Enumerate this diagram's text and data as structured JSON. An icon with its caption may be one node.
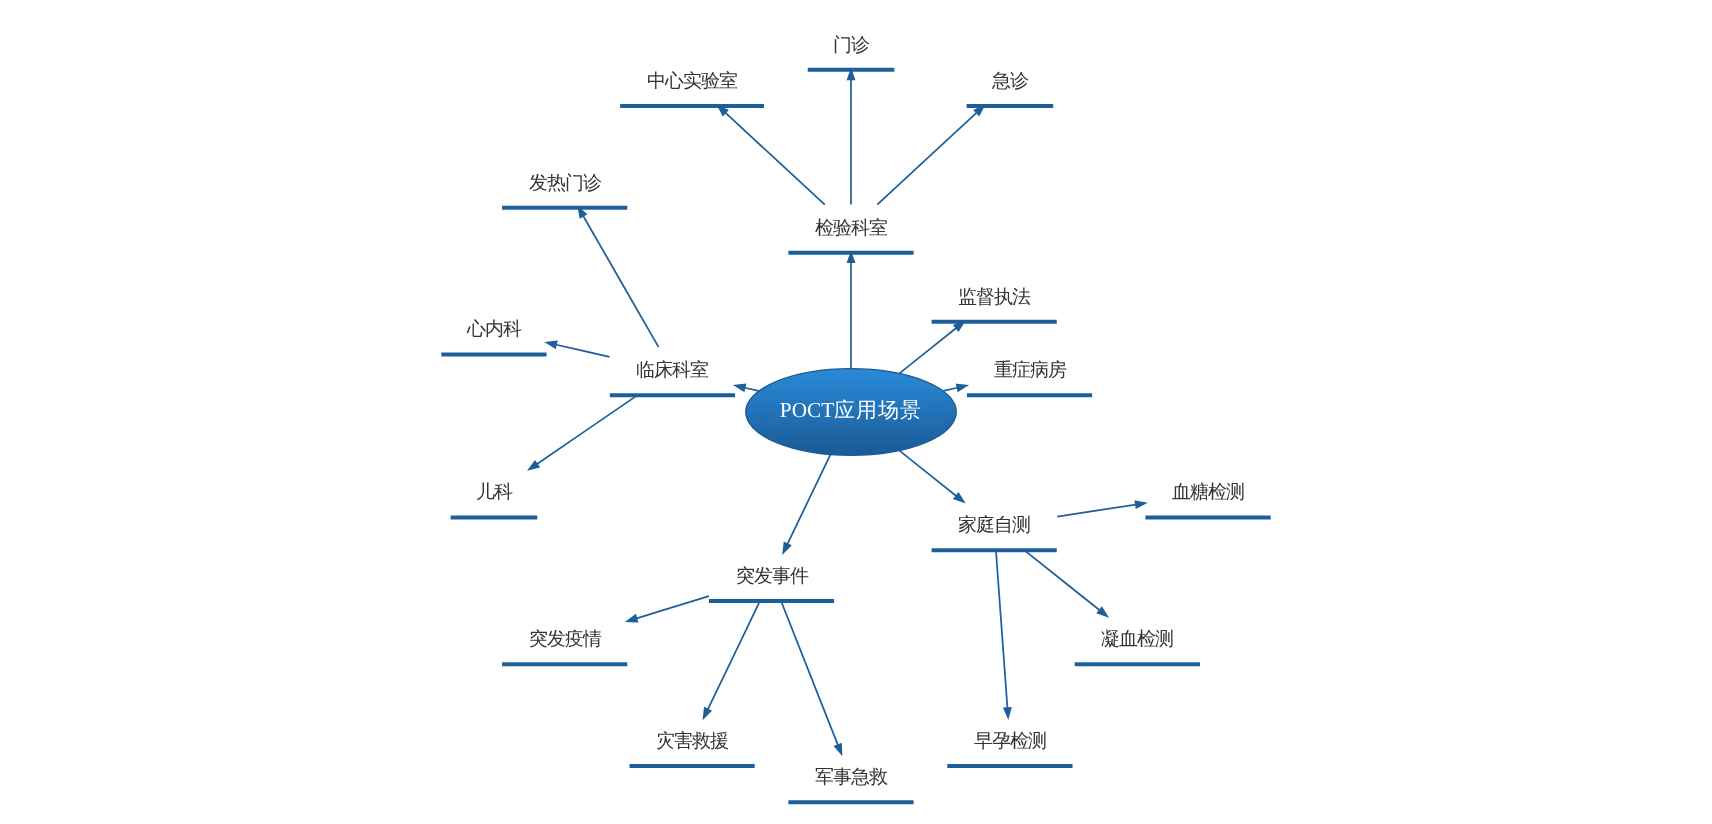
{
  "diagram": {
    "nodes": [
      {
        "text": [
          "POCT应用场景"
        ]
      },
      {
        "text": [
          "重症病房"
        ]
      },
      {
        "text": [
          "监督执法"
        ]
      },
      {
        "text": [
          "检验科室"
        ]
      },
      {
        "text": [
          "临床科室"
        ]
      },
      {
        "text": [
          "突发事件"
        ]
      },
      {
        "text": [
          "家庭自测"
        ]
      },
      {
        "text": [
          "急诊"
        ]
      },
      {
        "text": [
          "门诊"
        ]
      },
      {
        "text": [
          "中心实验室"
        ]
      },
      {
        "text": [
          "发热门诊"
        ]
      },
      {
        "text": [
          "心内科"
        ]
      },
      {
        "text": [
          "儿科"
        ]
      },
      {
        "text": [
          "突发疫情"
        ]
      },
      {
        "text": [
          "灾害救援"
        ]
      },
      {
        "text": [
          "军事急救"
        ]
      },
      {
        "text": [
          "早孕检测"
        ]
      },
      {
        "text": [
          "凝血检测"
        ]
      },
      {
        "text": [
          "血糖检测"
        ]
      }
    ],
    "edges": [
      {
        "from": 0,
        "to": 1,
        "arrow": "to"
      },
      {
        "from": 0,
        "to": 2,
        "arrow": "to"
      },
      {
        "from": 0,
        "to": 3,
        "arrow": "to"
      },
      {
        "from": 0,
        "to": 4,
        "arrow": "to"
      },
      {
        "from": 0,
        "to": 5,
        "arrow": "to"
      },
      {
        "from": 0,
        "to": 6,
        "arrow": "to"
      },
      {
        "from": 3,
        "to": 7,
        "arrow": "to"
      },
      {
        "from": 3,
        "to": 8,
        "arrow": "to"
      },
      {
        "from": 3,
        "to": 9,
        "arrow": "to"
      },
      {
        "from": 4,
        "to": 10,
        "arrow": "to"
      },
      {
        "from": 4,
        "to": 11,
        "arrow": "to"
      },
      {
        "from": 4,
        "to": 12,
        "arrow": "to"
      },
      {
        "from": 5,
        "to": 13,
        "arrow": "to"
      },
      {
        "from": 5,
        "to": 14,
        "arrow": "to"
      },
      {
        "from": 5,
        "to": 15,
        "arrow": "to"
      },
      {
        "from": 6,
        "to": 16,
        "arrow": "to"
      },
      {
        "from": 6,
        "to": 17,
        "arrow": "to"
      },
      {
        "from": 6,
        "to": 18,
        "arrow": "to"
      }
    ]
  }
}
